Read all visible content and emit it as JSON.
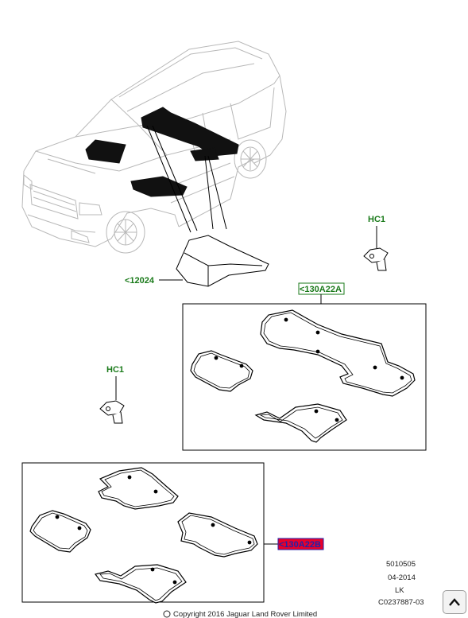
{
  "callouts": {
    "c12024": "<12024",
    "hc1_top": "HC1",
    "c130a22a": "<130A22A",
    "hc1_left": "HC1",
    "c130a22b": "<130A22B"
  },
  "meta": {
    "line1": "5010505",
    "line2": "04-2014",
    "line3": "LK",
    "line4": "C0237887-03"
  },
  "copyright": "Copyright 2016 Jaguar Land Rover Limited",
  "colors": {
    "callout_green": "#1a7a1a",
    "highlight_red": "#e8002a",
    "highlight_blue": "#2222aa"
  },
  "icons": {
    "scroll_top": "chevron-up-icon"
  }
}
